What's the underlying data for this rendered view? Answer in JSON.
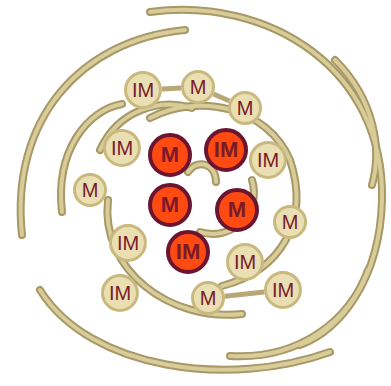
{
  "diagram": {
    "nodes": [
      {
        "text": [
          "IM"
        ]
      },
      {
        "text": [
          "M"
        ]
      },
      {
        "text": [
          "M"
        ]
      },
      {
        "text": [
          "IM"
        ]
      },
      {
        "text": [
          "M"
        ]
      },
      {
        "text": [
          "IM"
        ]
      },
      {
        "text": [
          "IM"
        ]
      },
      {
        "text": [
          "M"
        ]
      },
      {
        "text": [
          "M"
        ]
      },
      {
        "text": [
          "M"
        ]
      },
      {
        "text": [
          "M"
        ]
      },
      {
        "text": [
          "IM"
        ]
      },
      {
        "text": [
          "IM"
        ]
      },
      {
        "text": [
          "IM"
        ]
      },
      {
        "text": [
          "IM"
        ]
      },
      {
        "text": [
          "M"
        ]
      },
      {
        "text": [
          "IM"
        ]
      }
    ],
    "edges": [
      {
        "from": 0,
        "to": 1,
        "arrow": "none"
      },
      {
        "from": 1,
        "to": 2,
        "arrow": "none"
      },
      {
        "from": 15,
        "to": 16,
        "arrow": "none"
      }
    ]
  }
}
